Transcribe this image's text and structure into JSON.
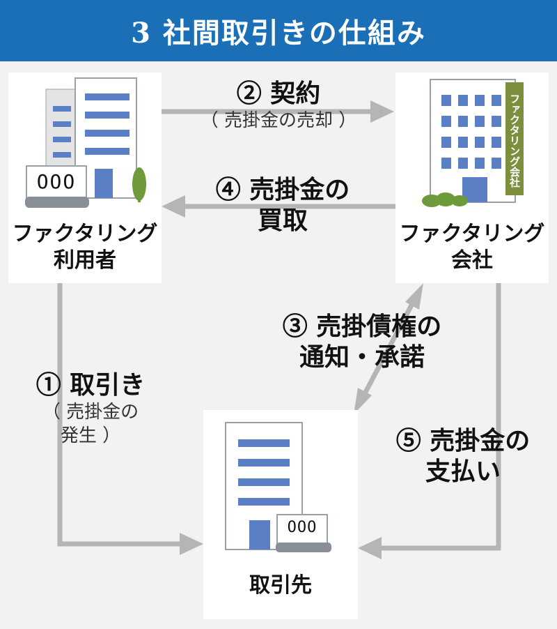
{
  "title": "3 社間取引きの仕組み",
  "colors": {
    "header": "#1a6fb6",
    "arrow": "#b5b5b5",
    "building_blue": "#5b7fc4",
    "building_gray": "#e4e4e4",
    "tree_green": "#6e9a3c",
    "sign_green": "#7c8f3c"
  },
  "nodes": {
    "user": {
      "line1": "ファクタリング",
      "line2": "利用者",
      "window_sign": "OOO"
    },
    "factor": {
      "line1": "ファクタリング",
      "line2": "会社",
      "sign": "ファクタリング会社"
    },
    "client": {
      "label": "取引先",
      "window_sign": "OOO"
    }
  },
  "steps": {
    "s1": {
      "main": "① 取引き",
      "sub1": "（ 売掛金の",
      "sub2": "発生 ）"
    },
    "s2": {
      "main": "② 契約",
      "sub": "（ 売掛金の売却 ）"
    },
    "s3": {
      "line1": "③ 売掛債権の",
      "line2": "通知・承諾"
    },
    "s4": {
      "line1": "④ 売掛金の",
      "line2": "買取"
    },
    "s5": {
      "line1": "⑤ 売掛金の",
      "line2": "支払い"
    }
  }
}
